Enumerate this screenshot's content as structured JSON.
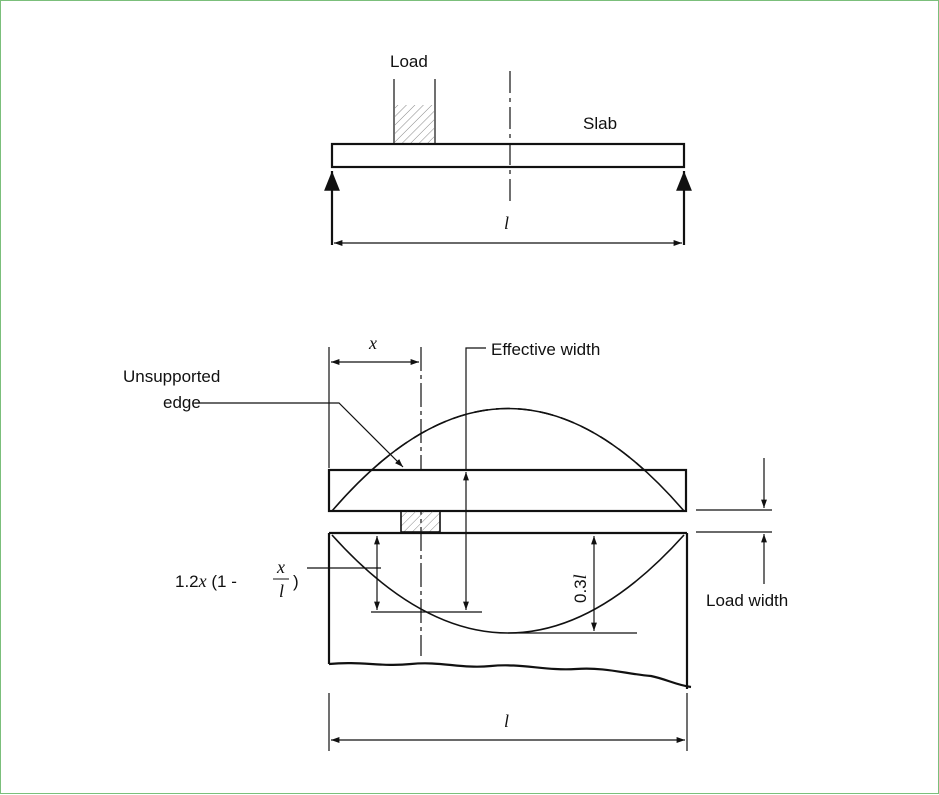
{
  "labels": {
    "load": "Load",
    "slab": "Slab",
    "span_top": "l",
    "x": "x",
    "effective_width": "Effective width",
    "unsupported_edge_1": "Unsupported",
    "unsupported_edge_2": "edge",
    "formula_prefix": "1.2",
    "formula_x": "x",
    "formula_open": " (1 -",
    "formula_num": "x",
    "formula_den": "l",
    "formula_close": ")",
    "dim_03l_num": "0.3",
    "dim_03l_l": "l",
    "load_width": "Load width",
    "span_bottom": "l"
  },
  "colors": {
    "frame": "#7bbf7b",
    "ink": "#111111",
    "hatch": "#888888"
  }
}
